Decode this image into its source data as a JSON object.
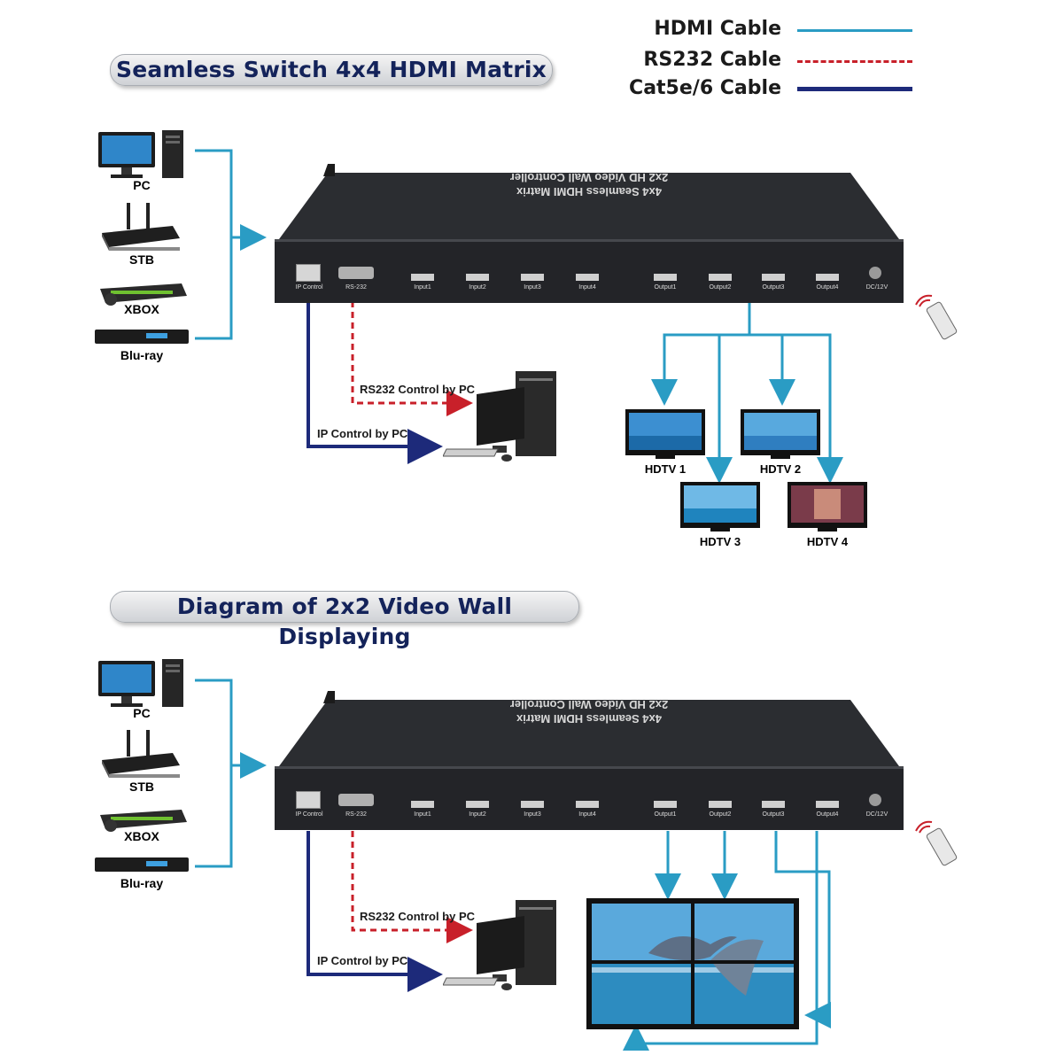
{
  "legend": {
    "hdmi": {
      "label": "HDMI Cable",
      "color": "#2a9cc4"
    },
    "rs232": {
      "label": "RS232 Cable",
      "color": "#c8202a"
    },
    "cat": {
      "label": "Cat5e/6 Cable",
      "color": "#1d2a7a"
    }
  },
  "section1": {
    "title": "Seamless Switch 4x4 HDMI Matrix",
    "sources": [
      "PC",
      "STB",
      "XBOX",
      "Blu-ray"
    ],
    "device": {
      "top_label_1": "4x4 Seamless HDMI Matrix",
      "top_label_2": "2x2 HD Video Wall Controller",
      "ports": [
        "IP Control",
        "RS-232",
        "Input1",
        "Input2",
        "Input3",
        "Input4",
        "Output1",
        "Output2",
        "Output3",
        "Output4",
        "DC/12V"
      ]
    },
    "rs232_label": "RS232 Control by PC",
    "ip_label": "IP Control by PC",
    "tvs": [
      "HDTV 1",
      "HDTV 2",
      "HDTV 3",
      "HDTV 4"
    ]
  },
  "section2": {
    "title": "Diagram of 2x2 Video Wall Displaying",
    "sources": [
      "PC",
      "STB",
      "XBOX",
      "Blu-ray"
    ],
    "device": {
      "top_label_1": "4x4 Seamless HDMI Matrix",
      "top_label_2": "2x2 HD Video Wall Controller",
      "ports": [
        "IP Control",
        "RS-232",
        "Input1",
        "Input2",
        "Input3",
        "Input4",
        "Output1",
        "Output2",
        "Output3",
        "Output4",
        "DC/12V"
      ]
    },
    "rs232_label": "RS232 Control by PC",
    "ip_label": "IP Control by PC"
  }
}
